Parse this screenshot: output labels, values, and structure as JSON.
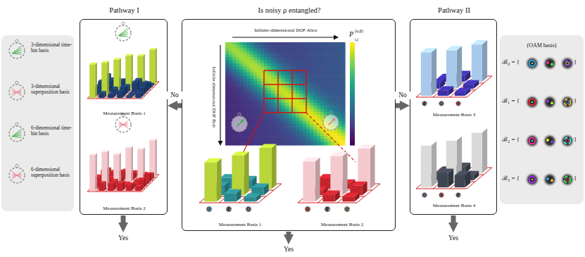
{
  "diagram": {
    "nodes": [
      {
        "text": [
          "3-dimensional time-bin basis",
          "3-dimensional superposition basis",
          "6-dimensional time-bin basis",
          "6-dimensional superposition basis"
        ]
      },
      {
        "text": [
          "Pathway I",
          "Measurement Basis 1",
          "Measurement Basis 2"
        ]
      },
      {
        "text": [
          "Is noisy ρ entangled?",
          "Infinite-dimensional DOF Alice",
          "Infinite-dimensional DOF Bob",
          "Measurement Basis 1",
          "Measurement Basis 2"
        ]
      },
      {
        "text": [
          "Pathway II",
          "Measurement Basis 3",
          "Measurement Basis 4"
        ]
      },
      {
        "text": [
          "(OAM basis)",
          "ℬ₀ = {",
          "ℬ₁ = {",
          "ℬ₂ = {",
          "ℬ₃ = {"
        ]
      }
    ],
    "edges": [
      {
        "from": 2,
        "to": 1,
        "arrow": "to",
        "label": "No"
      },
      {
        "from": 2,
        "to": 3,
        "arrow": "to",
        "label": "No"
      }
    ],
    "labels": [
      "P",
      "(α,β)",
      "i,j",
      "}",
      "}",
      "}",
      "}",
      "Yes",
      "Yes",
      "Yes"
    ]
  }
}
